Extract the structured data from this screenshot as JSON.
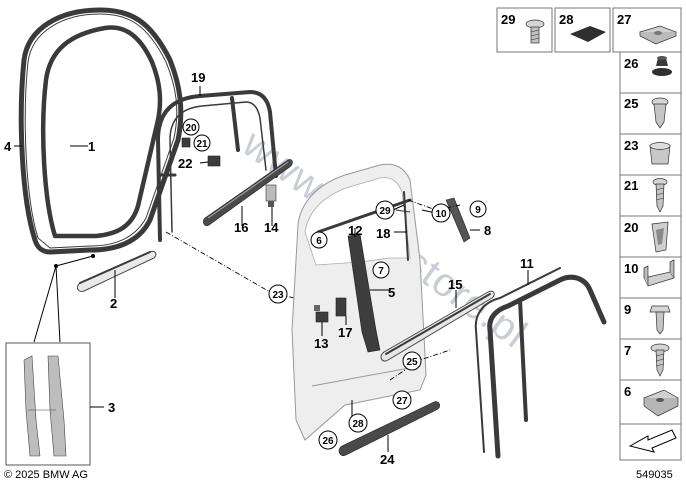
{
  "diagram": {
    "watermark": "www.BMWstore.pl",
    "copyright": "© 2025 BMW AG",
    "diagram_number": "549035",
    "colors": {
      "seal": "#3a3a3a",
      "part": "#c8c8c8",
      "watermark": "#c9cdd6",
      "grid_border": "#777777",
      "door": "#eeeeee"
    },
    "callouts": {
      "n1": "1",
      "n2": "2",
      "n3": "3",
      "n4": "4",
      "n5": "5",
      "n6": "6",
      "n7": "7",
      "n8": "8",
      "n9": "9",
      "n10": "10",
      "n11": "11",
      "n12": "12",
      "n13": "13",
      "n14": "14",
      "n15": "15",
      "n16": "16",
      "n17": "17",
      "n18": "18",
      "n19": "19",
      "n20": "20",
      "n21": "21",
      "n22": "22",
      "n23": "23",
      "n24": "24",
      "n25": "25",
      "n26": "26",
      "n27": "27",
      "n28": "28",
      "n29": "29"
    },
    "parts_grid_top": [
      "29",
      "28",
      "27"
    ],
    "parts_grid_side": [
      "26",
      "25",
      "23",
      "21",
      "20",
      "10",
      "9",
      "7",
      "6"
    ],
    "icons": [
      "screw-icon",
      "foam-pad-icon",
      "clip-nut-icon",
      "expanding-rivet-icon",
      "plastic-screw-icon",
      "plug-icon",
      "self-tapping-screw-icon",
      "wedge-clip-icon",
      "bracket-icon",
      "hex-screw-icon",
      "washer-screw-icon",
      "clamp-clip-icon",
      "arrow-icon"
    ]
  }
}
